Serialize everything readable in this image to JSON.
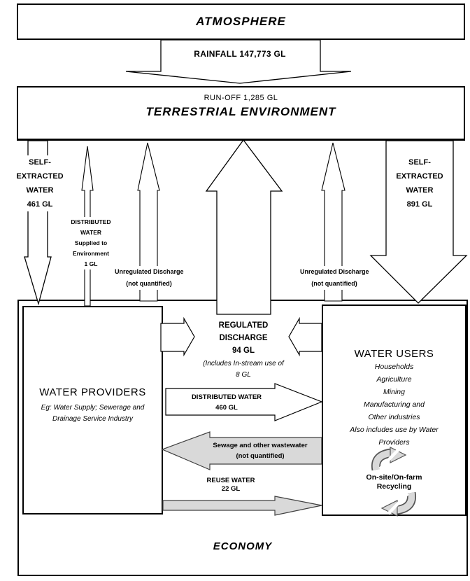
{
  "diagram": {
    "atmosphere": {
      "title": "ATMOSPHERE"
    },
    "rainfall_label": "RAINFALL 147,773 GL",
    "terrestrial": {
      "runoff_label": "RUN-OFF 1,285 GL",
      "title": "TERRESTRIAL ENVIRONMENT"
    },
    "left_self_extracted": {
      "lines": [
        "SELF-",
        "EXTRACTED",
        "WATER",
        "461 GL"
      ]
    },
    "distributed_to_environment": {
      "lines": [
        "DISTRIBUTED",
        "WATER",
        "Supplied to",
        "Environment",
        "1 GL"
      ]
    },
    "unregulated_discharge_left": {
      "lines": [
        "Unregulated Discharge",
        "(not quantified)"
      ]
    },
    "unregulated_discharge_right": {
      "lines": [
        "Unregulated Discharge",
        "(not quantified)"
      ]
    },
    "right_self_extracted": {
      "lines": [
        "SELF-",
        "EXTRACTED",
        "WATER",
        "891 GL"
      ]
    },
    "regulated_discharge": {
      "lines": [
        "REGULATED",
        "DISCHARGE",
        "94 GL"
      ],
      "note_lines": [
        "(Includes In-stream use of",
        "8 GL"
      ]
    },
    "distributed_water": {
      "lines": [
        "DISTRIBUTED WATER",
        "460 GL"
      ]
    },
    "sewage": {
      "lines": [
        "Sewage and other wastewater",
        "(not quantified)"
      ]
    },
    "reuse": {
      "lines": [
        "REUSE WATER",
        "22 GL"
      ]
    },
    "water_providers": {
      "title": "WATER PROVIDERS",
      "subtitle_lines": [
        "Eg: Water Supply; Sewerage and",
        "Drainage Service Industry"
      ]
    },
    "water_users": {
      "title": "WATER USERS",
      "items": [
        "Households",
        "Agriculture",
        "Mining",
        "Manufacturing and",
        "Other industries",
        "Also includes use by Water",
        "Providers"
      ],
      "recycling_label_lines": [
        "On-site/On-farm",
        "Recycling"
      ]
    },
    "economy": {
      "title": "ECONOMY"
    },
    "colors": {
      "outline": "#000000",
      "gray_fill": "#d9d9d9",
      "background": "#ffffff"
    }
  }
}
